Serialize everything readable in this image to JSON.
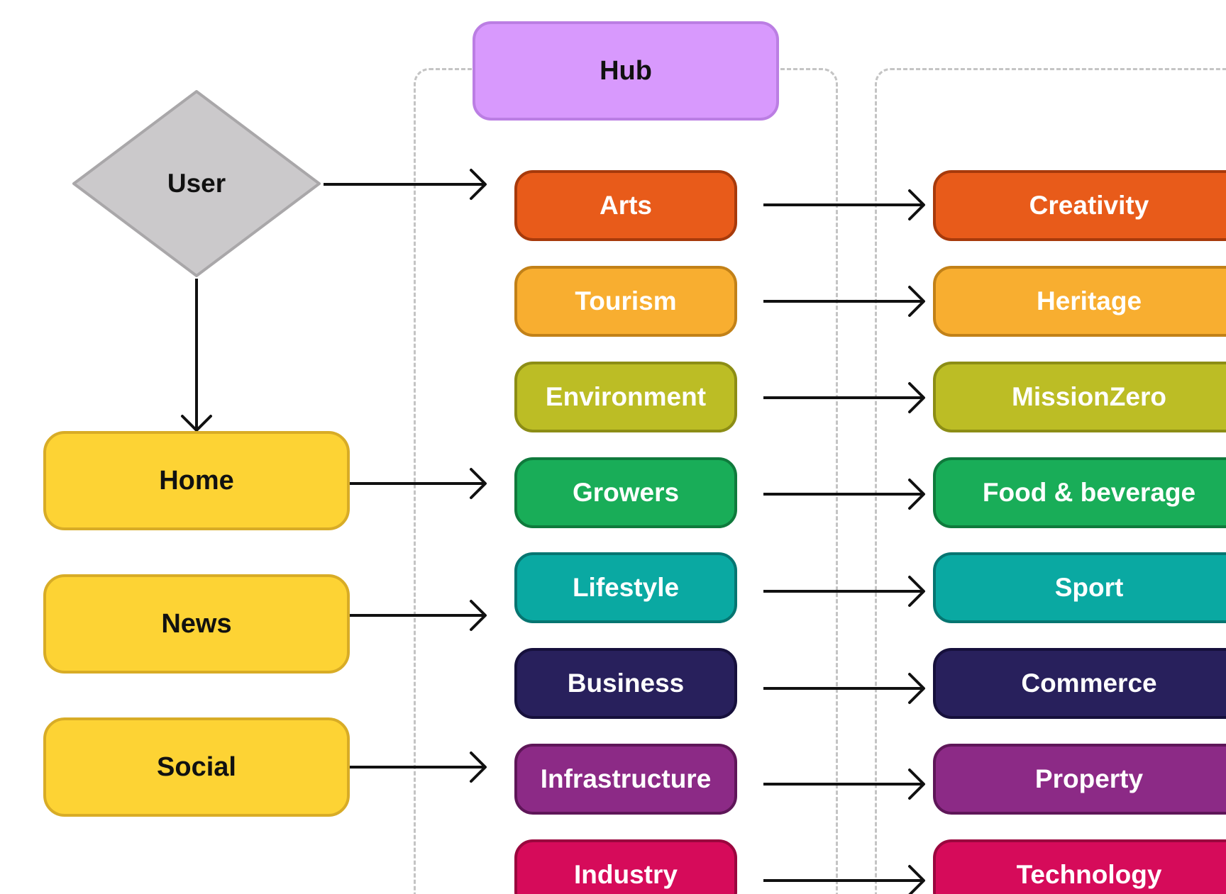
{
  "diagram": {
    "hub_label": "Hub",
    "user_label": "User",
    "nav_nodes": [
      {
        "label": "Home"
      },
      {
        "label": "News"
      },
      {
        "label": "Social"
      }
    ],
    "categories": [
      {
        "label": "Arts",
        "sub": "Creativity",
        "fill": "#e85b1a",
        "stroke": "#a73a0b"
      },
      {
        "label": "Tourism",
        "sub": "Heritage",
        "fill": "#f8ae30",
        "stroke": "#c28118"
      },
      {
        "label": "Environment",
        "sub": "MissionZero",
        "fill": "#bcbd25",
        "stroke": "#8c8d15"
      },
      {
        "label": "Growers",
        "sub": "Food & beverage",
        "fill": "#19ad58",
        "stroke": "#0f7a3c"
      },
      {
        "label": "Lifestyle",
        "sub": "Sport",
        "fill": "#0aa9a2",
        "stroke": "#067571"
      },
      {
        "label": "Business",
        "sub": "Commerce",
        "fill": "#28205c",
        "stroke": "#16103c"
      },
      {
        "label": "Infrastructure",
        "sub": "Property",
        "fill": "#8c2a86",
        "stroke": "#5e1658"
      },
      {
        "label": "Industry",
        "sub": "Technology",
        "fill": "#d60b5a",
        "stroke": "#9a063e"
      }
    ]
  }
}
